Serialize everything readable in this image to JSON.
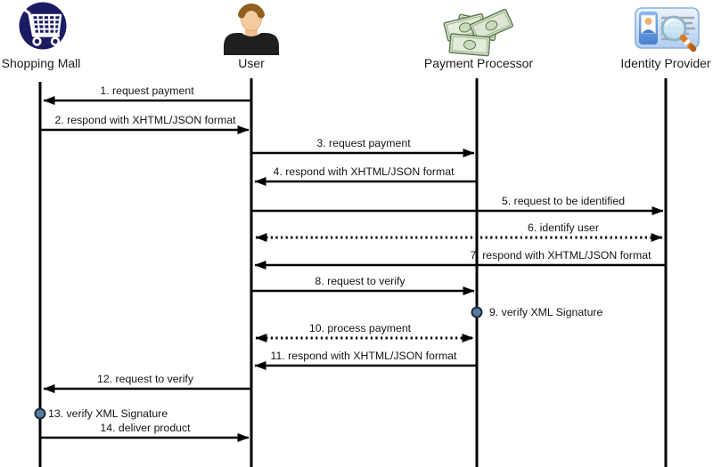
{
  "diagram": {
    "type": "sequence-diagram",
    "actors": [
      {
        "name": "Shopping Mall",
        "icon": "shopping-cart-icon"
      },
      {
        "name": "User",
        "icon": "user-icon"
      },
      {
        "name": "Payment Processor",
        "icon": "money-bills-icon"
      },
      {
        "name": "Identity Provider",
        "icon": "identity-search-icon"
      }
    ],
    "messages": [
      {
        "label": "1. request payment",
        "from": "User",
        "to": "Shopping Mall",
        "line": "solid",
        "direction": "left"
      },
      {
        "label": "2. respond with XHTML/JSON format",
        "from": "Shopping Mall",
        "to": "User",
        "line": "solid",
        "direction": "right"
      },
      {
        "label": "3. request payment",
        "from": "User",
        "to": "Payment Processor",
        "line": "solid",
        "direction": "right"
      },
      {
        "label": "4. respond with XHTML/JSON format",
        "from": "Payment Processor",
        "to": "User",
        "line": "solid",
        "direction": "left"
      },
      {
        "label": "5. request to be identified",
        "from": "User",
        "to": "Identity Provider",
        "line": "solid",
        "direction": "right"
      },
      {
        "label": "6. identify user",
        "from": "User",
        "to": "Identity Provider",
        "line": "dotted",
        "direction": "both"
      },
      {
        "label": "7. respond with XHTML/JSON format",
        "from": "Identity Provider",
        "to": "User",
        "line": "solid",
        "direction": "left"
      },
      {
        "label": "8. request to verify",
        "from": "User",
        "to": "Payment Processor",
        "line": "solid",
        "direction": "right"
      },
      {
        "label": "9. verify XML Signature",
        "on": "Payment Processor",
        "line": "self-note"
      },
      {
        "label": "10. process payment",
        "from": "User",
        "to": "Payment Processor",
        "line": "dotted",
        "direction": "both"
      },
      {
        "label": "11. respond with XHTML/JSON format",
        "from": "Payment Processor",
        "to": "User",
        "line": "solid",
        "direction": "left"
      },
      {
        "label": "12. request to verify",
        "from": "User",
        "to": "Shopping Mall",
        "line": "solid",
        "direction": "left"
      },
      {
        "label": "13. verify XML Signature",
        "on": "Shopping Mall",
        "line": "self-note"
      },
      {
        "label": "14. deliver product",
        "from": "Shopping Mall",
        "to": "User",
        "line": "solid",
        "direction": "right"
      }
    ],
    "colors": {
      "background": "#ffffff",
      "line": "#000000",
      "text": "#141414",
      "self_note_dot_fill": "#567c9e",
      "self_note_dot_border": "#1f2d3d",
      "cart_icon_bg": "#1b1b63",
      "id_card_blue": "#4a7fd0",
      "magnifier_handle_orange": "#dd7a22",
      "bill_green": "#e3ebd9"
    }
  }
}
